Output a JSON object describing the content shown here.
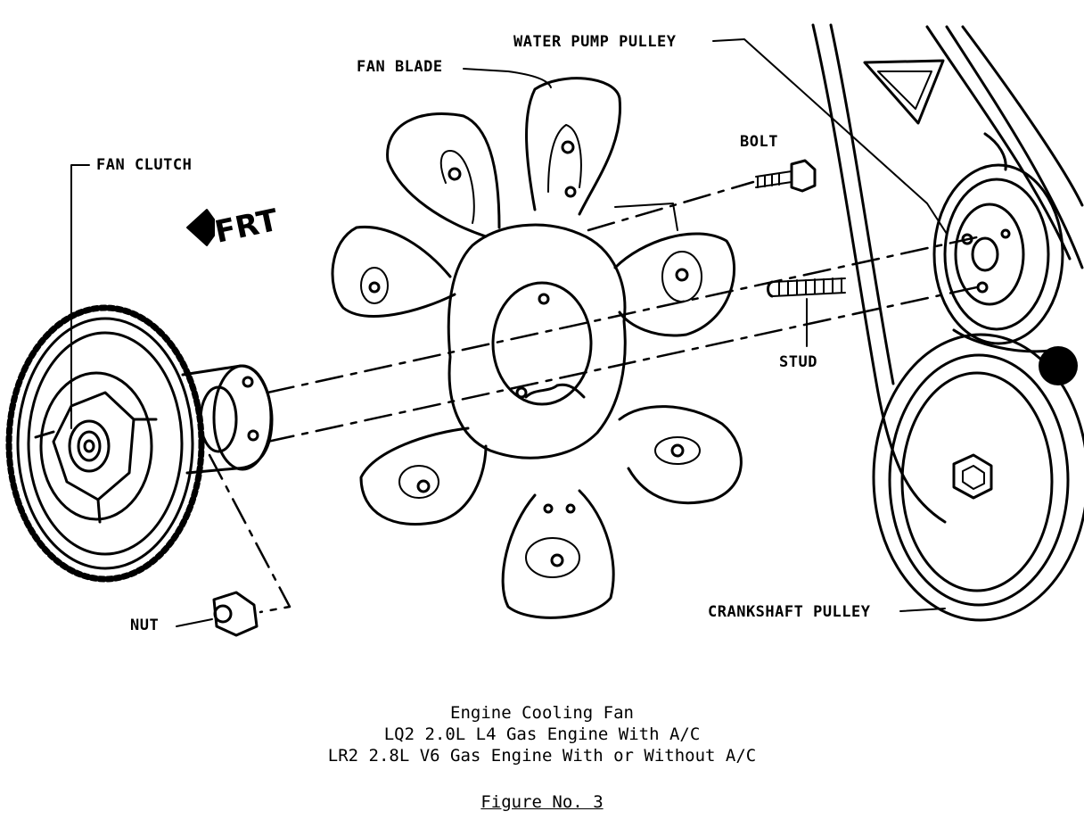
{
  "labels": {
    "fan_clutch": "FAN CLUTCH",
    "fan_blade": "FAN BLADE",
    "water_pump_pulley": "WATER PUMP PULLEY",
    "bolt": "BOLT",
    "stud": "STUD",
    "nut": "NUT",
    "crankshaft_pulley": "CRANKSHAFT PULLEY",
    "front_arrow": "FRT"
  },
  "caption": {
    "title": "Engine Cooling Fan",
    "line1": "LQ2  2.0L L4 Gas Engine With A/C",
    "line2": "LR2 2.8L V6 Gas Engine With or Without A/C",
    "figure": "Figure No. 3"
  }
}
